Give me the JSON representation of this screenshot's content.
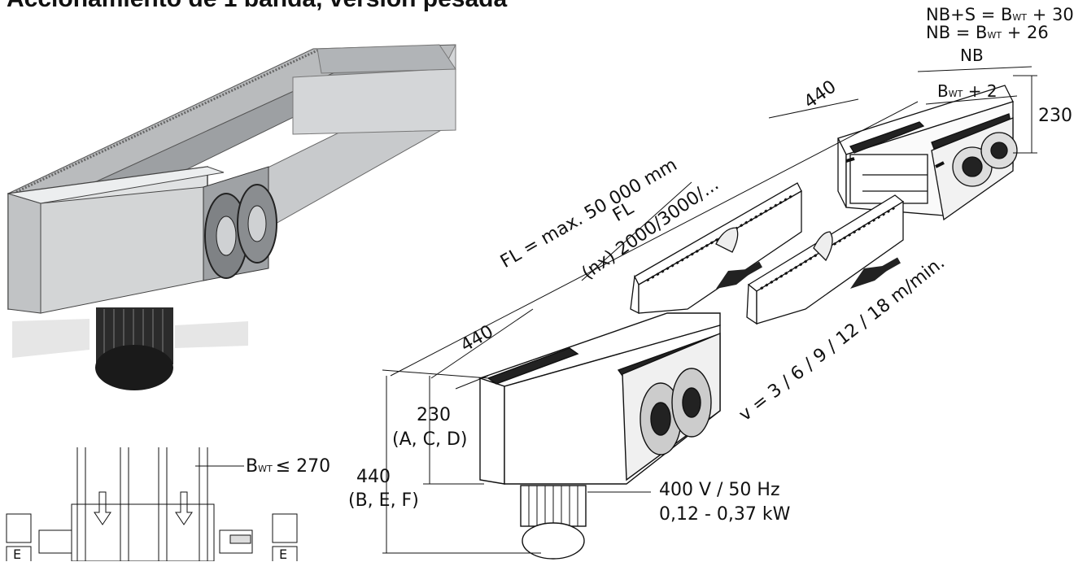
{
  "title": "Accionamiento de 1 banda, versión pesada",
  "dimensions": {
    "nbs": "NB+S = B",
    "nbs_sub": "WT",
    "nbs_add": " + 30",
    "nb": "NB = B",
    "nb_sub": "WT",
    "nb_add": " + 26",
    "nb_label": "NB",
    "bwt2": "B",
    "bwt2_sub": "WT",
    "bwt2_add": " + 2",
    "h230_right": "230",
    "len440_top": "440",
    "fl_max": "FL = max. 50 000 mm",
    "fl": "FL",
    "fl_nx": "(nx) 2000/3000/...",
    "len440_bottom": "440",
    "speed": "v = 3 / 6 / 9 / 12 / 18 m/min.",
    "h230_left": "230",
    "h230_left_codes": "(A, C, D)",
    "h440": "440",
    "h440_codes": "(B, E, F)",
    "bwt_limit": "B",
    "bwt_limit_sub": "WT",
    "bwt_limit_add": "≤ 270",
    "motor_voltage": "400 V / 50 Hz",
    "motor_power": "0,12 - 0,37 kW",
    "e_left": "E",
    "e_right": "E"
  }
}
